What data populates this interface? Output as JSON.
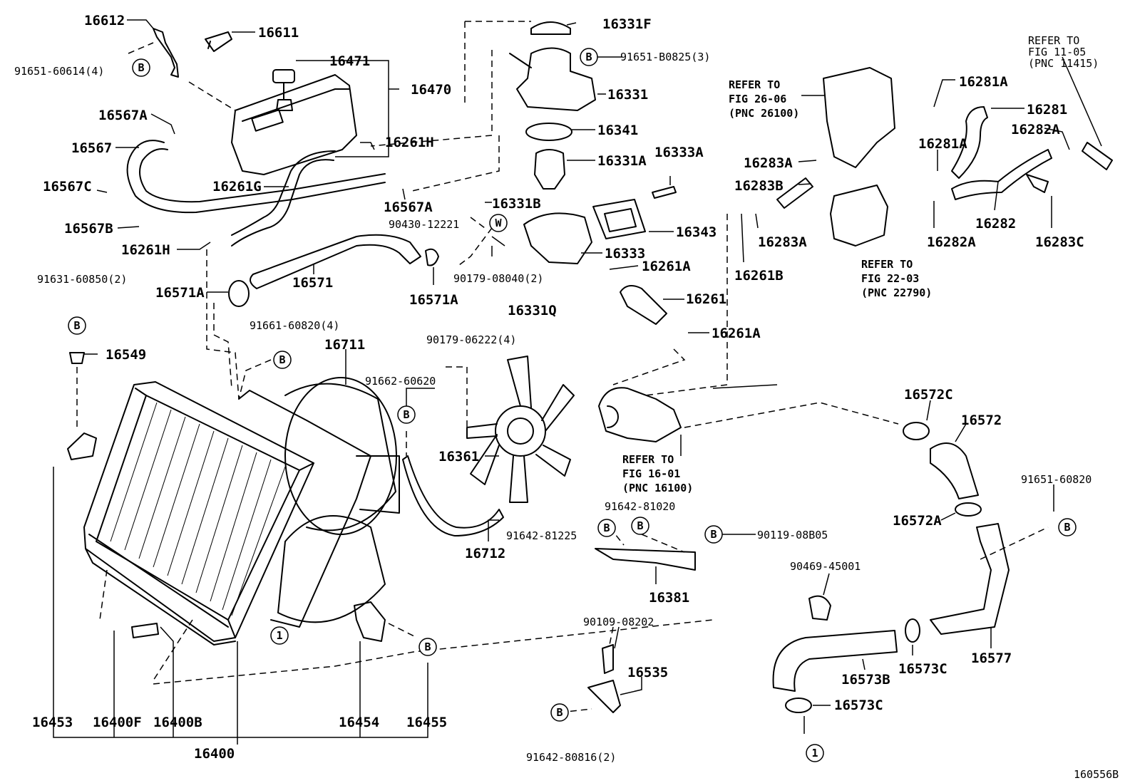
{
  "labels": {
    "p16612": "16612",
    "p16611": "16611",
    "f91651_60614": "91651-60614(4)",
    "p16471": "16471",
    "p16470": "16470",
    "p16567A": "16567A",
    "p16567": "16567",
    "p16261H_top": "16261H",
    "p16567C": "16567C",
    "p16261G": "16261G",
    "p16567B": "16567B",
    "p16567A_b": "16567A",
    "p16261H_bot": "16261H",
    "f91631_60850": "91631-60850(2)",
    "p16571A_l": "16571A",
    "p16571": "16571",
    "p16571A_r": "16571A",
    "p16549": "16549",
    "f91661_60820": "91661-60820(4)",
    "p16711": "16711",
    "p16453": "16453",
    "p16400F": "16400F",
    "p16400B": "16400B",
    "p16400": "16400",
    "p16454": "16454",
    "p16455": "16455",
    "p16331F": "16331F",
    "f91651_B0825": "91651-B0825(3)",
    "p16331": "16331",
    "p16341": "16341",
    "p16331A": "16331A",
    "p16331B": "16331B",
    "f90430_12221": "90430-12221",
    "f90179_08040": "90179-08040(2)",
    "p16333": "16333",
    "p16333A": "16333A",
    "p16343": "16343",
    "p16261A_1": "16261A",
    "p16331Q": "16331Q",
    "p16261": "16261",
    "p16261A_2": "16261A",
    "f90179_06222": "90179-06222(4)",
    "f91662_60620": "91662-60620",
    "p16361": "16361",
    "f91642_81225": "91642-81225",
    "p16712": "16712",
    "f91642_81020": "91642-81020",
    "f90119_08B05": "90119-08B05",
    "p16381": "16381",
    "f90109_08202": "90109-08202",
    "p16535": "16535",
    "f91642_80816": "91642-80816(2)",
    "p16283A_1": "16283A",
    "p16283B": "16283B",
    "p16283A_2": "16283A",
    "p16261B": "16261B",
    "p16281A_1": "16281A",
    "p16281": "16281",
    "p16282A_1": "16282A",
    "p16281A_2": "16281A",
    "p16282": "16282",
    "p16282A_2": "16282A",
    "p16283C": "16283C",
    "p16572C": "16572C",
    "p16572": "16572",
    "f91651_60820": "91651-60820",
    "p16572A": "16572A",
    "f90469_45001": "90469-45001",
    "p16573B": "16573B",
    "p16573C_1": "16573C",
    "p16577": "16577",
    "p16573C_2": "16573C"
  },
  "refs": {
    "r26": {
      "l1": "REFER TO",
      "l2": "FIG 26-06",
      "l3": "(PNC 26100)"
    },
    "r11": {
      "l1": "REFER TO",
      "l2": "FIG 11-05",
      "l3": "(PNC 11415)"
    },
    "r22": {
      "l1": "REFER TO",
      "l2": "FIG 22-03",
      "l3": "(PNC 22790)"
    },
    "r16": {
      "l1": "REFER TO",
      "l2": "FIG 16-01",
      "l3": "(PNC 16100)"
    }
  },
  "markers": {
    "b": "B",
    "w": "W",
    "one": "1"
  },
  "footer": {
    "code": "160556B"
  }
}
